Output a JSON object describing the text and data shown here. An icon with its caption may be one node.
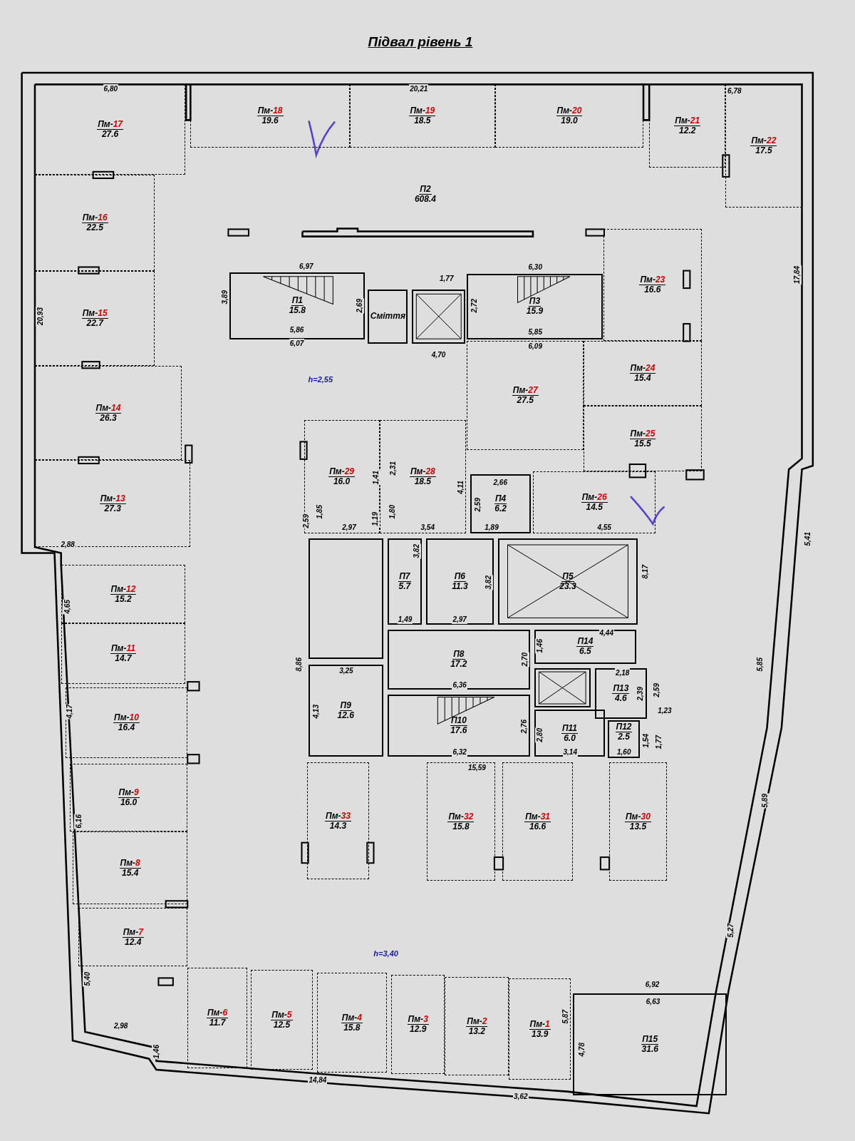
{
  "diagram": {
    "title": "Підвал рівень 1",
    "nodes": [
      {
        "text": [
          "Пм-17",
          "27.6"
        ]
      },
      {
        "text": [
          "Пм-18",
          "19.6"
        ]
      },
      {
        "text": [
          "Пм-19",
          "18.5"
        ]
      },
      {
        "text": [
          "Пм-20",
          "19.0"
        ]
      },
      {
        "text": [
          "Пм-21",
          "12.2"
        ]
      },
      {
        "text": [
          "Пм-22",
          "17.5"
        ]
      },
      {
        "text": [
          "П2",
          "608.4"
        ]
      },
      {
        "text": [
          "Пм-16",
          "22.5"
        ]
      },
      {
        "text": [
          "Пм-15",
          "22.7"
        ]
      },
      {
        "text": [
          "П1",
          "15.8"
        ]
      },
      {
        "text": [
          "Сміття"
        ]
      },
      {
        "text": [],
        "shape": "box"
      },
      {
        "text": [
          "П3",
          "15.9"
        ]
      },
      {
        "text": [
          "Пм-23",
          "16.6"
        ]
      },
      {
        "text": [
          "Пм-14",
          "26.3"
        ]
      },
      {
        "text": [
          "Пм-27",
          "27.5"
        ]
      },
      {
        "text": [
          "Пм-24",
          "15.4"
        ]
      },
      {
        "text": [
          "Пм-25",
          "15.5"
        ]
      },
      {
        "text": [
          "Пм-29",
          "16.0"
        ]
      },
      {
        "text": [
          "Пм-28",
          "18.5"
        ]
      },
      {
        "text": [
          "П4",
          "6.2"
        ]
      },
      {
        "text": [
          "Пм-26",
          "14.5"
        ]
      },
      {
        "text": [
          "Пм-13",
          "27.3"
        ]
      },
      {
        "text": [],
        "shape": "box"
      },
      {
        "text": [
          "П7",
          "5.7"
        ]
      },
      {
        "text": [
          "П6",
          "11.3"
        ]
      },
      {
        "text": [
          "П5",
          "23.3"
        ]
      },
      {
        "text": [
          "Пм-12",
          "15.2"
        ]
      },
      {
        "text": [
          "П8",
          "17.2"
        ]
      },
      {
        "text": [
          "П14",
          "6.5"
        ]
      },
      {
        "text": [
          "Пм-11",
          "14.7"
        ]
      },
      {
        "text": [
          "П9",
          "12.6"
        ]
      },
      {
        "text": [],
        "shape": "box"
      },
      {
        "text": [
          "П13",
          "4.6"
        ]
      },
      {
        "text": [
          "П10",
          "17.6"
        ]
      },
      {
        "text": [
          "П11",
          "6.0"
        ]
      },
      {
        "text": [
          "П12",
          "2.5"
        ]
      },
      {
        "text": [
          "Пм-10",
          "16.4"
        ]
      },
      {
        "text": [
          "Пм-9",
          "16.0"
        ]
      },
      {
        "text": [
          "Пм-33",
          "14.3"
        ]
      },
      {
        "text": [
          "Пм-32",
          "15.8"
        ]
      },
      {
        "text": [
          "Пм-31",
          "16.6"
        ]
      },
      {
        "text": [
          "Пм-30",
          "13.5"
        ]
      },
      {
        "text": [
          "Пм-8",
          "15.4"
        ]
      },
      {
        "text": [
          "Пм-7",
          "12.4"
        ]
      },
      {
        "text": [
          "Пм-6",
          "11.7"
        ]
      },
      {
        "text": [
          "Пм-5",
          "12.5"
        ]
      },
      {
        "text": [
          "Пм-4",
          "15.8"
        ]
      },
      {
        "text": [
          "Пм-3",
          "12.9"
        ]
      },
      {
        "text": [
          "Пм-2",
          "13.2"
        ]
      },
      {
        "text": [
          "Пм-1",
          "13.9"
        ]
      },
      {
        "text": [
          "П15",
          "31.6"
        ]
      }
    ],
    "labels": [
      "6,80",
      "20,21",
      "6,78",
      "6,97",
      "6,30",
      "17,84",
      "1,77",
      "3,89",
      "2,69",
      "2,72",
      "20,93",
      "5,86",
      "5,85",
      "6,07",
      "6,09",
      "4,70",
      "h=2,55",
      "2,59",
      "1,85",
      "1,41",
      "1,19",
      "2,31",
      "1,80",
      "4,11",
      "2,59",
      "2,66",
      "2,97",
      "3,54",
      "1,89",
      "4,55",
      "5,41",
      "2,88",
      "3,82",
      "8,17",
      "3,82",
      "4,65",
      "1,49",
      "2,97",
      "4,44",
      "1,46",
      "8,86",
      "3,25",
      "2,70",
      "2,18",
      "5,85",
      "6,36",
      "2,39",
      "2,59",
      "4,17",
      "4,13",
      "1,23",
      "2,76",
      "2,80",
      "1,54",
      "1,77",
      "6,32",
      "3,14",
      "1,60",
      "15,59",
      "5,89",
      "6,16",
      "5,27",
      "h=3,40",
      "5,40",
      "6,92",
      "6,63",
      "5,87",
      "2,98",
      "1,46",
      "4,78",
      "14,84",
      "3,62"
    ]
  }
}
